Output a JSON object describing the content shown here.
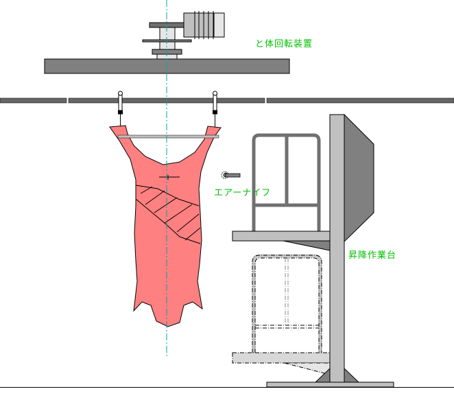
{
  "labels": {
    "rotation_device": "と体回転装置",
    "air_knife": "エアーナイフ",
    "lift_platform": "昇降作業台"
  },
  "colors": {
    "label": "#00c000",
    "carcass": "#ff8080",
    "centerline": "#00a0b0",
    "beam": "#808080",
    "rail": "#666666",
    "platform": "#c0c0c0"
  }
}
